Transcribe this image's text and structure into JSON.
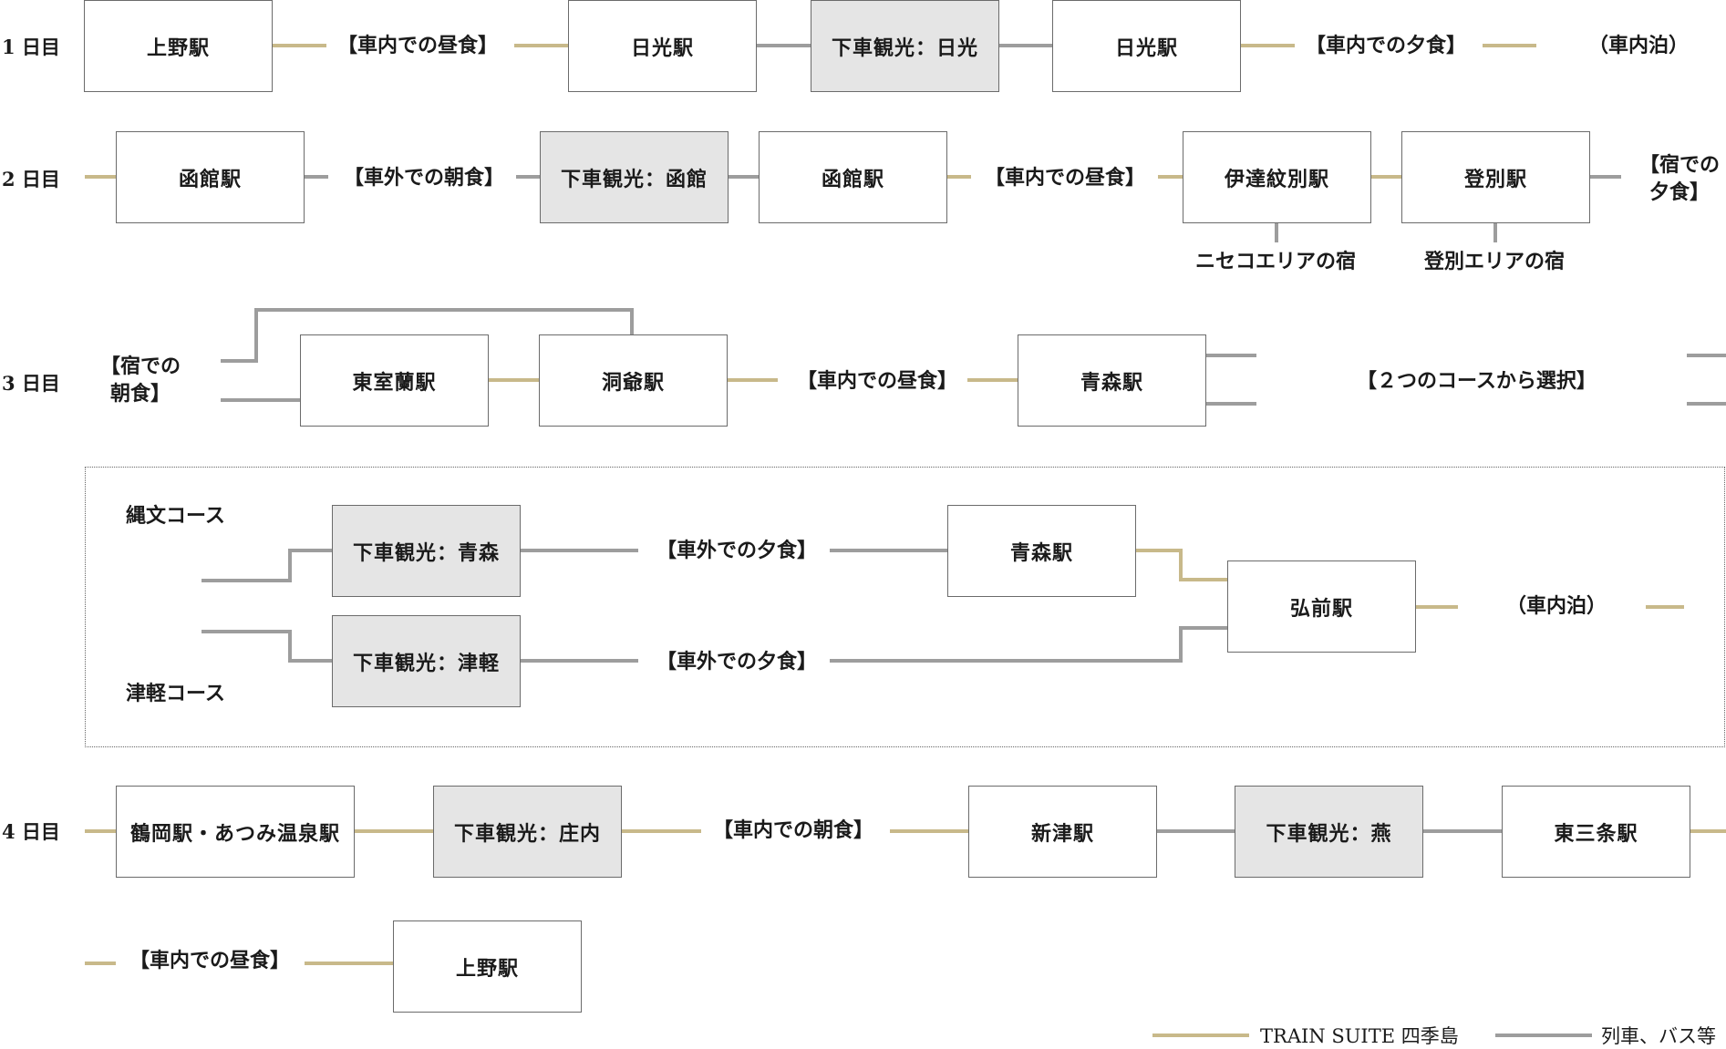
{
  "colors": {
    "gold": "#c8b98a",
    "grey": "#9d9d9d",
    "box_fill_grey": "#e5e5e5"
  },
  "days": {
    "d1": "1 日目",
    "d2": "2 日目",
    "d3": "3 日目",
    "d4": "4 日目"
  },
  "day1": {
    "ueno": "上野駅",
    "lunch": "【車内での昼食】",
    "nikko1": "日光駅",
    "sightseeing": "下車観光：日光",
    "nikko2": "日光駅",
    "dinner": "【車内での夕食】",
    "overnight": "（車内泊）"
  },
  "day2": {
    "hakodate1": "函館駅",
    "breakfast": "【車外での朝食】",
    "sightseeing": "下車観光：函館",
    "hakodate2": "函館駅",
    "lunch": "【車内での昼食】",
    "datemombetsu": "伊達紋別駅",
    "noboribetsu": "登別駅",
    "dinner_line1": "【宿での",
    "dinner_line2": "夕食】",
    "inn_niseko": "ニセコエリアの宿",
    "inn_noboribetsu": "登別エリアの宿"
  },
  "day3": {
    "breakfast_line1": "【宿での",
    "breakfast_line2": "朝食】",
    "higashimuroran": "東室蘭駅",
    "toya": "洞爺駅",
    "lunch": "【車内での昼食】",
    "aomori": "青森駅",
    "choose": "【２つのコースから選択】"
  },
  "courses": {
    "jomon_label": "縄文コース",
    "tsugaru_label": "津軽コース",
    "sightseeing_aomori": "下車観光：青森",
    "sightseeing_tsugaru": "下車観光：津軽",
    "dinner_jomon": "【車外での夕食】",
    "dinner_tsugaru": "【車外での夕食】",
    "aomori": "青森駅",
    "hirosaki": "弘前駅",
    "overnight": "（車内泊）"
  },
  "day4": {
    "tsuruoka": "鶴岡駅・あつみ温泉駅",
    "sightseeing_shonai": "下車観光：庄内",
    "breakfast": "【車内での朝食】",
    "niitsu": "新津駅",
    "sightseeing_tsubame": "下車観光：燕",
    "higashisanjo": "東三条駅",
    "lunch": "【車内での昼食】",
    "ueno": "上野駅"
  },
  "legend": {
    "gold_label": "TRAIN SUITE 四季島",
    "grey_label": "列車、バス等"
  }
}
